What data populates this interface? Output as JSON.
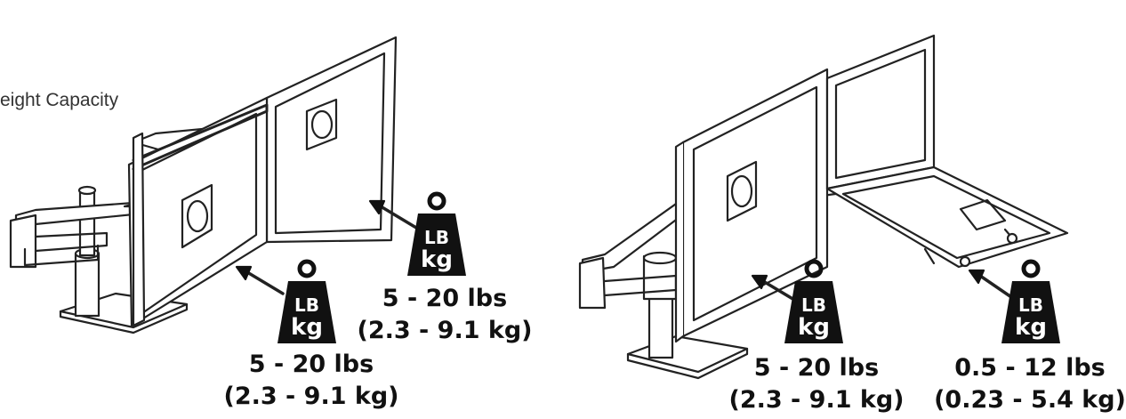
{
  "caption": "eight Capacity",
  "weight_icon": {
    "unit_top": "LB",
    "unit_bottom": "kg"
  },
  "specs": {
    "spec_a": {
      "lbs": "5 - 20 lbs",
      "kg": "(2.3 - 9.1 kg)"
    },
    "spec_b": {
      "lbs": "5 - 20 lbs",
      "kg": "(2.3 - 9.1 kg)"
    },
    "spec_c": {
      "lbs": "5 - 20 lbs",
      "kg": "(2.3 - 9.1 kg)"
    },
    "spec_d": {
      "lbs": "0.5 - 12 lbs",
      "kg": "(0.23 - 5.4 kg)"
    }
  },
  "colors": {
    "ink": "#111111",
    "line": "#222222",
    "fill": "#ffffff"
  }
}
